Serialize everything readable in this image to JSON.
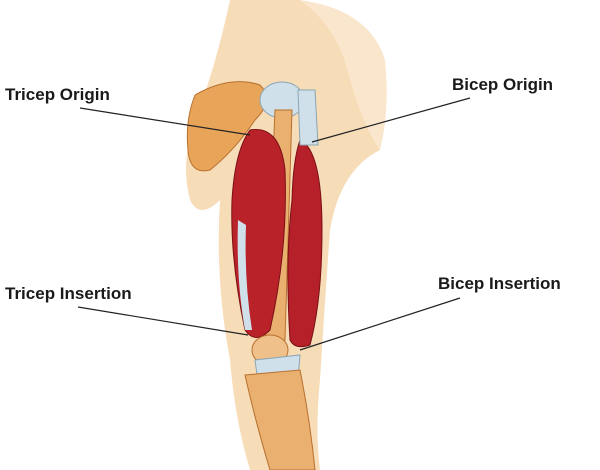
{
  "labels": {
    "tricep_origin": "Tricep Origin",
    "bicep_origin": "Bicep Origin",
    "tricep_insertion": "Tricep Insertion",
    "bicep_insertion": "Bicep Insertion"
  },
  "colors": {
    "skin": "#f6d9b2",
    "bone": "#e7a35a",
    "muscle": "#b8222a",
    "tendon": "#c9dce6"
  }
}
